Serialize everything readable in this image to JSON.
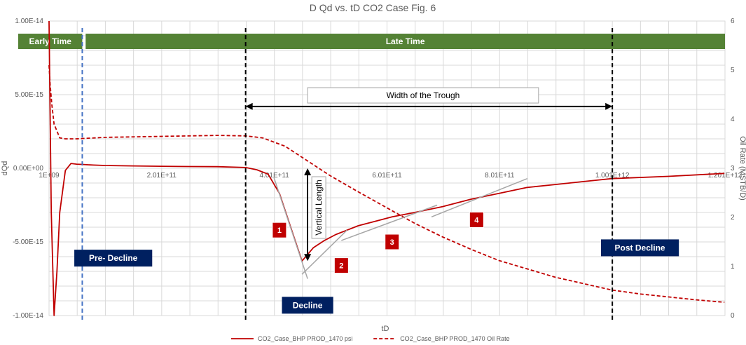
{
  "chart_data": {
    "type": "line",
    "title": "D Qd vs. tD CO2 Case Fig. 6",
    "xlabel": "tD",
    "ylabel_left": "dQd",
    "ylabel_right": "Oil Rate (MSTB/D)",
    "x_tick_labels": [
      "1E+09",
      "2.01E+11",
      "4.01E+11",
      "6.01E+11",
      "8.01E+11",
      "1.001E+12",
      "1.201E+12"
    ],
    "x_tick_values": [
      1000000000.0,
      201000000000.0,
      401000000000.0,
      601000000000.0,
      801000000000.0,
      1001000000000.0,
      1201000000000.0
    ],
    "xlim": [
      1000000000.0,
      1201000000000.0
    ],
    "y_left_tick_labels": [
      "1.00E-14",
      "5.00E-15",
      "0.00E+00",
      "-5.00E-15",
      "-1.00E-14"
    ],
    "y_left_tick_values": [
      1e-14,
      5e-15,
      0,
      -5e-15,
      -1e-14
    ],
    "ylim_left": [
      -1e-14,
      1e-14
    ],
    "y_right_tick_labels": [
      "6",
      "5",
      "4",
      "3",
      "2",
      "1",
      "0"
    ],
    "y_right_tick_values": [
      6,
      5,
      4,
      3,
      2,
      1,
      0
    ],
    "ylim_right": [
      0,
      6
    ],
    "grid": true,
    "legend_position": "bottom",
    "series": [
      {
        "name": "CO2_Case_BHP PROD_1470 psi",
        "axis": "left",
        "color": "#c00000",
        "dash": "solid",
        "x": [
          1000000000.0,
          5000000000.0,
          10000000000.0,
          15000000000.0,
          20000000000.0,
          30000000000.0,
          40000000000.0,
          50000000000.0,
          60000000000.0,
          80000000000.0,
          100000000000.0,
          150000000000.0,
          200000000000.0,
          250000000000.0,
          300000000000.0,
          350000000000.0,
          370000000000.0,
          390000000000.0,
          410000000000.0,
          430000000000.0,
          450000000000.0,
          470000000000.0,
          490000000000.0,
          510000000000.0,
          530000000000.0,
          550000000000.0,
          580000000000.0,
          610000000000.0,
          650000000000.0,
          700000000000.0,
          750000000000.0,
          800000000000.0,
          850000000000.0,
          900000000000.0,
          950000000000.0,
          1000000000000.0,
          1100000000000.0,
          1200000000000.0
        ],
        "y": [
          1e-14,
          -3e-15,
          -1e-14,
          -7e-15,
          -3e-15,
          -1.5e-16,
          3.3e-16,
          2.8e-16,
          2.6e-16,
          2.2e-16,
          1.9e-16,
          1.6e-16,
          1.4e-16,
          1.2e-16,
          1.1e-16,
          5e-17,
          -1e-16,
          -4e-16,
          -1.7e-15,
          -4e-15,
          -6.3e-15,
          -5.4e-15,
          -4.9e-15,
          -4.5e-15,
          -4.2e-15,
          -3.9e-15,
          -3.6e-15,
          -3.3e-15,
          -3e-15,
          -2.6e-15,
          -2.1e-15,
          -1.7e-15,
          -1.3e-15,
          -1.1e-15,
          -9e-16,
          -7e-16,
          -5.5e-16,
          -3.5e-16
        ]
      },
      {
        "name": "CO2_Case_BHP PROD_1470 Oil Rate",
        "axis": "right",
        "color": "#c00000",
        "dash": "dashed",
        "x": [
          1000000000.0,
          3000000000.0,
          6000000000.0,
          10000000000.0,
          20000000000.0,
          30000000000.0,
          50000000000.0,
          100000000000.0,
          200000000000.0,
          300000000000.0,
          350000000000.0,
          380000000000.0,
          420000000000.0,
          460000000000.0,
          500000000000.0,
          550000000000.0,
          600000000000.0,
          650000000000.0,
          700000000000.0,
          750000000000.0,
          800000000000.0,
          850000000000.0,
          900000000000.0,
          950000000000.0,
          1000000000000.0,
          1050000000000.0,
          1100000000000.0,
          1150000000000.0,
          1200000000000.0
        ],
        "y": [
          5.1,
          4.7,
          4.3,
          3.9,
          3.62,
          3.6,
          3.6,
          3.63,
          3.65,
          3.67,
          3.66,
          3.62,
          3.45,
          3.15,
          2.85,
          2.52,
          2.2,
          1.88,
          1.6,
          1.35,
          1.12,
          0.95,
          0.78,
          0.65,
          0.52,
          0.44,
          0.38,
          0.32,
          0.27
        ]
      }
    ],
    "time_bands": [
      {
        "label": "Early Time",
        "x_start": 1000000000.0,
        "x_end": 60000000000.0,
        "color": "#548235"
      },
      {
        "label": "Late Time",
        "x_start": 66000000000.0,
        "x_end": 1201000000000.0,
        "color": "#548235"
      }
    ],
    "reference_lines": [
      {
        "name": "early-late-boundary",
        "x": 60000000000.0,
        "color": "#4472c4",
        "dash": "dashed"
      },
      {
        "name": "trough-start",
        "x": 350000000000.0,
        "color": "#000000",
        "dash": "dashed"
      },
      {
        "name": "trough-end",
        "x": 1001000000000.0,
        "color": "#000000",
        "dash": "dashed"
      }
    ],
    "annotations": {
      "width_of_trough": {
        "label": "Width of the Trough",
        "x_start": 350000000000.0,
        "x_end": 1001000000000.0,
        "y": 4.2e-15,
        "box_x": [
          460000000000.0,
          870000000000.0
        ],
        "box_y": 5e-15
      },
      "vertical_length": {
        "label": "Vertical Length",
        "x": 460000000000.0,
        "y_top": 0,
        "y_bottom": -6.3e-15
      },
      "phases": [
        {
          "label": "Pre- Decline",
          "x": 115000000000.0,
          "y": -6.1e-15,
          "color": "#002060"
        },
        {
          "label": "Decline",
          "x": 460000000000.0,
          "y": -9.3e-15,
          "color": "#002060"
        },
        {
          "label": "Post Decline",
          "x": 1050000000000.0,
          "y": -5.4e-15,
          "color": "#002060"
        }
      ],
      "markers": [
        {
          "label": "1",
          "x": 410000000000.0,
          "y": -4.2e-15,
          "color": "#c00000"
        },
        {
          "label": "2",
          "x": 520000000000.0,
          "y": -6.6e-15,
          "color": "#c00000"
        },
        {
          "label": "3",
          "x": 610000000000.0,
          "y": -5e-15,
          "color": "#c00000"
        },
        {
          "label": "4",
          "x": 760000000000.0,
          "y": -3.5e-15,
          "color": "#c00000"
        }
      ],
      "tangents": [
        {
          "x1": 400000000000.0,
          "y1": -6e-16,
          "x2": 460000000000.0,
          "y2": -7.5e-15
        },
        {
          "x1": 450000000000.0,
          "y1": -7.2e-15,
          "x2": 530000000000.0,
          "y2": -4.2e-15
        },
        {
          "x1": 520000000000.0,
          "y1": -4.9e-15,
          "x2": 690000000000.0,
          "y2": -2.5e-15
        },
        {
          "x1": 680000000000.0,
          "y1": -3.3e-15,
          "x2": 850000000000.0,
          "y2": -7e-16
        }
      ]
    }
  }
}
